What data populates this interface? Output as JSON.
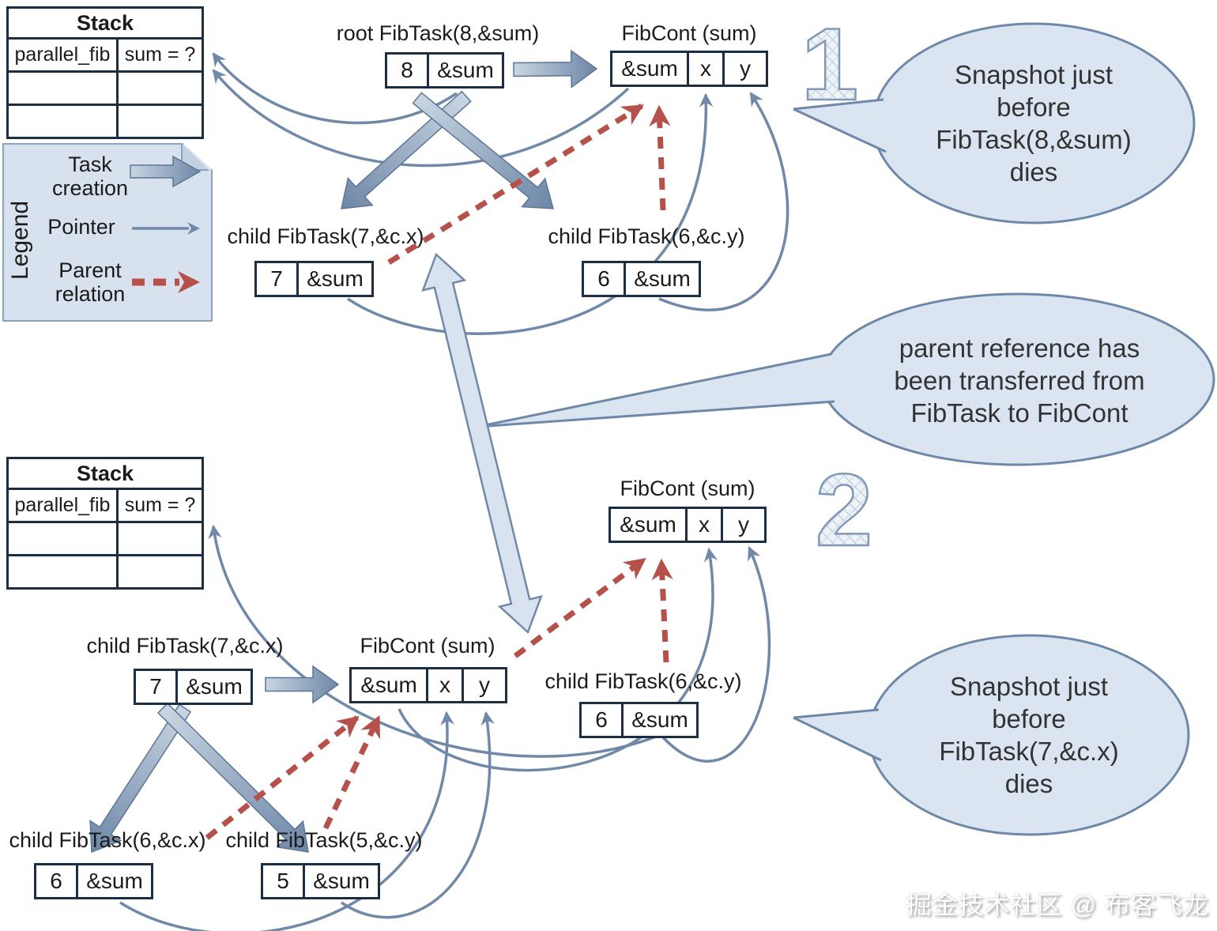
{
  "colors": {
    "box_border": "#1c2e44",
    "arrow_blue": "#7189a9",
    "thick_fill_light": "#c9d5e3",
    "thick_fill_dark": "#6d87a7",
    "thick_stroke": "#5d7693",
    "parent_red": "#b6504b",
    "bubble_fill": "#dbe5f1",
    "bubble_stroke": "#6e88a9",
    "legend_fill": "#d8e2ef",
    "double_fill": "#d9e3ef"
  },
  "legend": {
    "title": "Legend",
    "items": [
      {
        "label": "Task creation",
        "icon": "task-creation-arrow"
      },
      {
        "label": "Pointer",
        "icon": "pointer-arrow"
      },
      {
        "label": "Parent relation",
        "icon": "parent-relation-arrow"
      }
    ]
  },
  "snapshot1": {
    "number": "1",
    "stack": {
      "title": "Stack",
      "rows": [
        [
          "parallel_fib",
          "sum = ?"
        ],
        [
          "",
          ""
        ],
        [
          "",
          ""
        ]
      ]
    },
    "root_task": {
      "label": "root FibTask(8,&sum)",
      "cells": [
        "8",
        "&sum"
      ]
    },
    "fibcont": {
      "label": "FibCont (sum)",
      "cells": [
        "&sum",
        "x",
        "y"
      ]
    },
    "child_left": {
      "label": "child FibTask(7,&c.x)",
      "cells": [
        "7",
        "&sum"
      ]
    },
    "child_right": {
      "label": "child FibTask(6,&c.y)",
      "cells": [
        "6",
        "&sum"
      ]
    },
    "bubble_lines": [
      "Snapshot just",
      "before",
      "FibTask(8,&sum)",
      "dies"
    ]
  },
  "transition": {
    "bubble_lines": [
      "parent reference has",
      "been transferred from",
      "FibTask to FibCont"
    ]
  },
  "snapshot2": {
    "number": "2",
    "stack": {
      "title": "Stack",
      "rows": [
        [
          "parallel_fib",
          "sum = ?"
        ],
        [
          "",
          ""
        ],
        [
          "",
          ""
        ]
      ]
    },
    "fibcont_top": {
      "label": "FibCont (sum)",
      "cells": [
        "&sum",
        "x",
        "y"
      ]
    },
    "child7": {
      "label": "child FibTask(7,&c.x)",
      "cells": [
        "7",
        "&sum"
      ]
    },
    "fibcont_new": {
      "label": "FibCont (sum)",
      "cells": [
        "&sum",
        "x",
        "y"
      ]
    },
    "child6y": {
      "label": "child FibTask(6,&c.y)",
      "cells": [
        "6",
        "&sum"
      ]
    },
    "child6x": {
      "label": "child FibTask(6,&c.x)",
      "cells": [
        "6",
        "&sum"
      ]
    },
    "child5y": {
      "label": "child FibTask(5,&c.y)",
      "cells": [
        "5",
        "&sum"
      ]
    },
    "bubble_lines": [
      "Snapshot just",
      "before",
      "FibTask(7,&c.x)",
      "dies"
    ]
  },
  "watermark": "掘金技术社区 @ 布客飞龙"
}
